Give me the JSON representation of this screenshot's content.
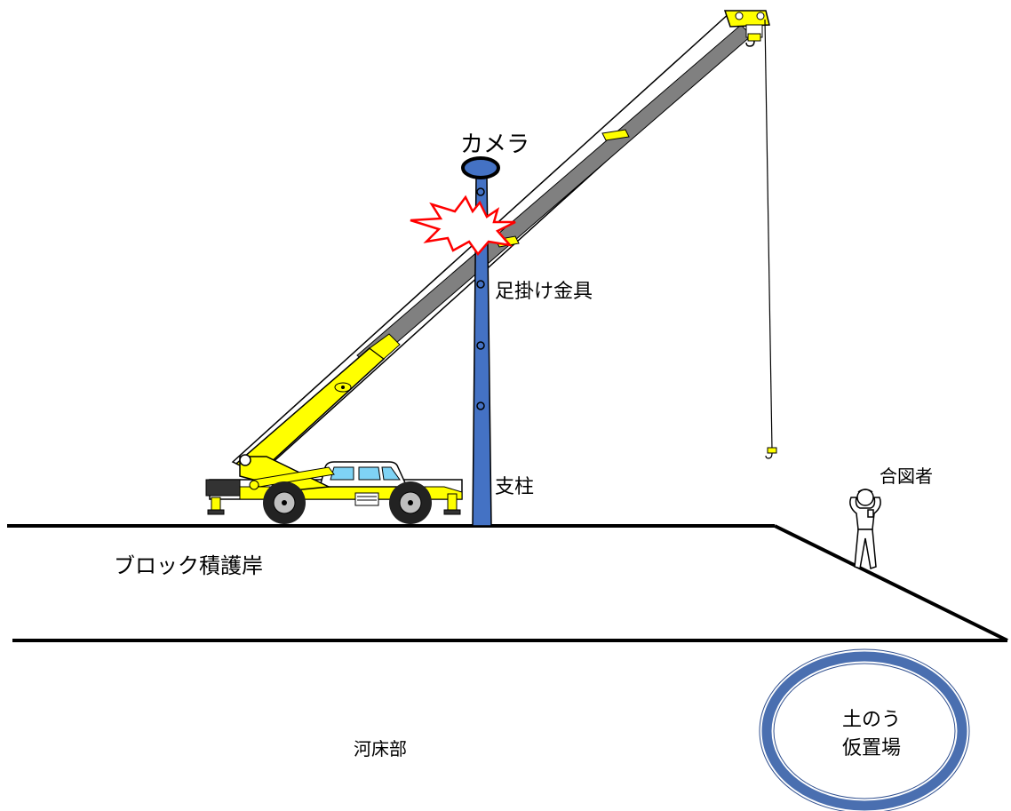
{
  "labels": {
    "camera": "カメラ",
    "step_fittings": "足掛け金具",
    "pillar": "支柱",
    "signaler": "合図者",
    "block_revetment": "ブロック積護岸",
    "riverbed": "河床部",
    "sandbag_line1": "土のう",
    "sandbag_line2": "仮置場"
  },
  "colors": {
    "pillar": "#4472c4",
    "boom_yellow": "#ffff00",
    "boom_gray": "#7f7f7f",
    "collision_burst": "#ff0000",
    "storage_ring": "#4a6fb0",
    "cab_glass": "#7fd3f5"
  },
  "icons": [
    "crane-truck-icon",
    "collision-burst-icon",
    "signal-person-icon",
    "camera-icon",
    "hook-icon"
  ]
}
